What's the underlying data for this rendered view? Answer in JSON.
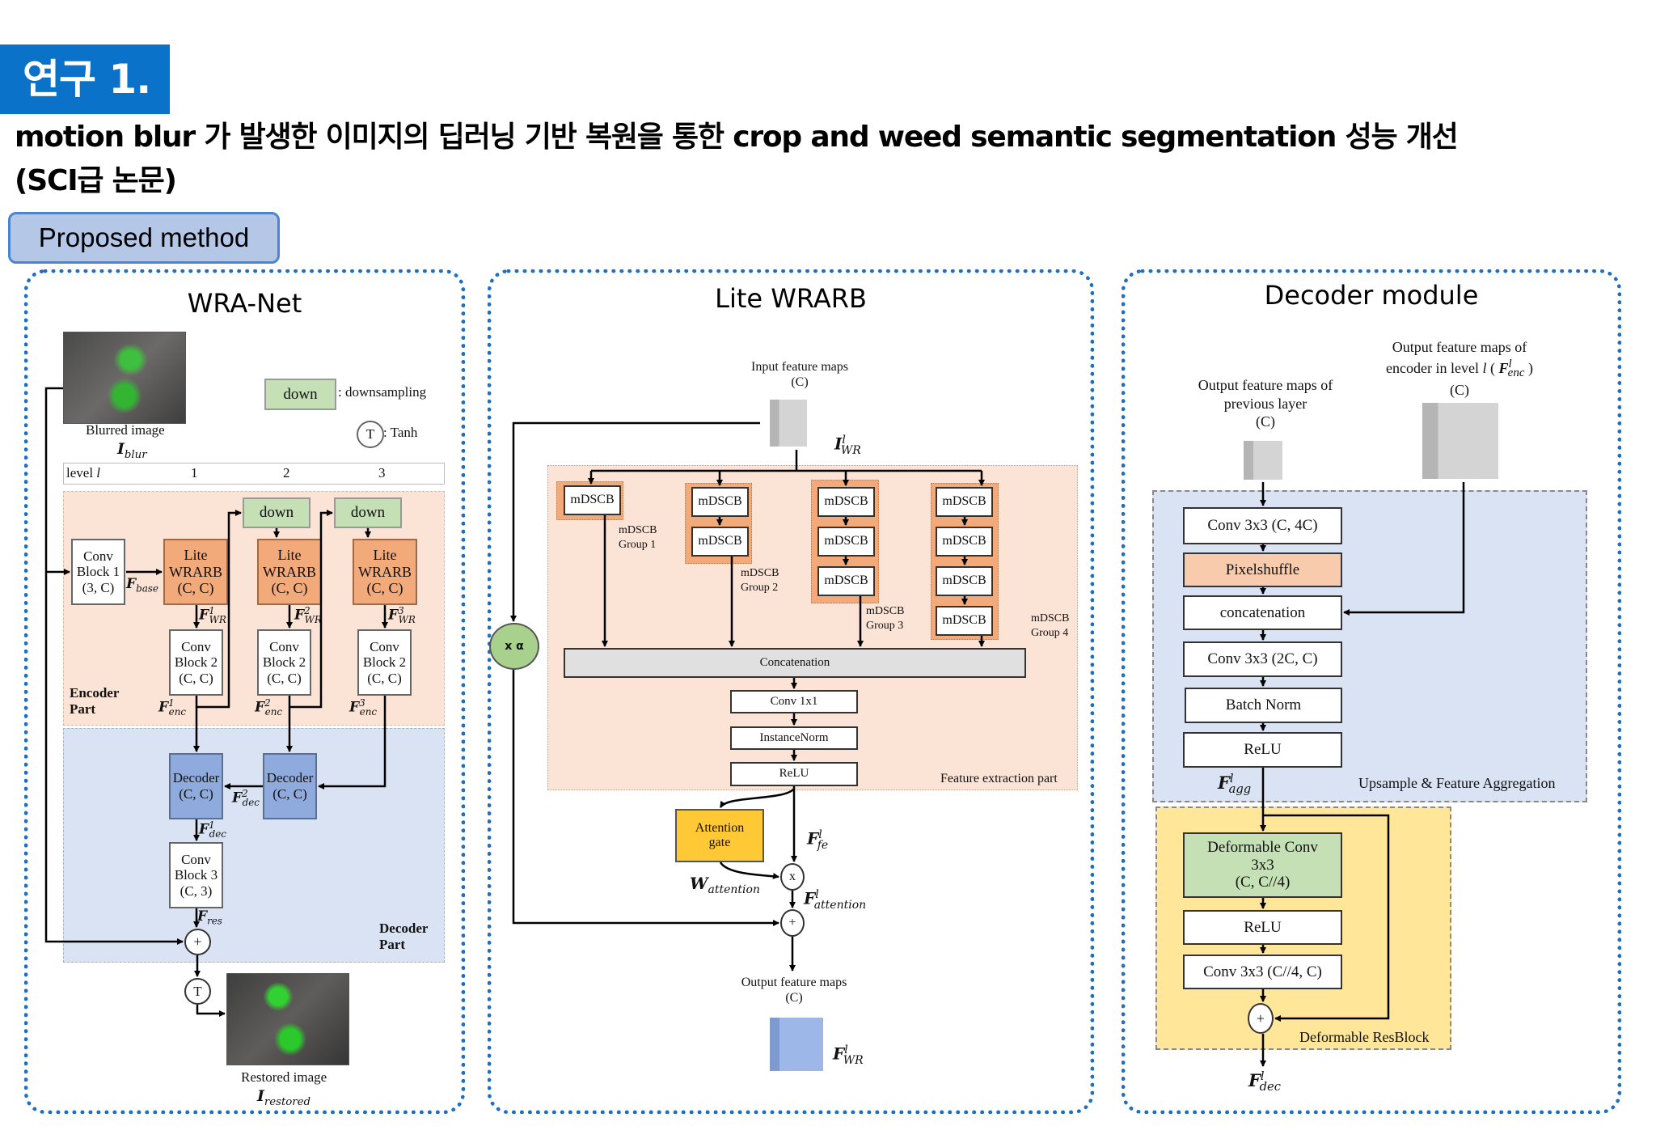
{
  "header": {
    "study_label": "연구 1.",
    "title_line1": "motion blur 가 발생한 이미지의 딥러닝 기반 복원을 통한 crop and weed semantic segmentation 성능 개선",
    "title_line2": "(SCI급 논문)",
    "section_button": "Proposed method"
  },
  "colors": {
    "accent_blue": "#0b72c9",
    "panel_border": "#1f6fc0",
    "encoder_bg": "#fbe3d6",
    "decoder_bg": "#dae3f3",
    "orange_block": "#f2aa7b",
    "blue_block": "#8faadc",
    "green_block": "#c5e0b4",
    "attention_gate": "#ffd24d",
    "resblock_bg": "#ffe699"
  },
  "wranet": {
    "title": "WRA-Net",
    "blurred_image_caption": "Blurred image",
    "blurred_symbol": "I",
    "blurred_sub": "blur",
    "legend_down_box": "down",
    "legend_down_text": ": downsampling",
    "legend_tanh_symbol": "T",
    "legend_tanh_text": ": Tanh",
    "level_label": "level",
    "level_var": "l",
    "levels": [
      "1",
      "2",
      "3"
    ],
    "conv_block1": [
      "Conv",
      "Block 1",
      "(3, C)"
    ],
    "f_base": "base",
    "lite_wrarb": [
      "Lite",
      "WRARB",
      "(C, C)"
    ],
    "down": "down",
    "conv_block2": [
      "Conv",
      "Block 2",
      "(C, C)"
    ],
    "conv_block3": [
      "Conv",
      "Block 3",
      "(C, 3)"
    ],
    "decoder": [
      "Decoder",
      "(C, C)"
    ],
    "encoder_part": [
      "Encoder",
      "Part"
    ],
    "decoder_part": [
      "Decoder",
      "Part"
    ],
    "plus": "+",
    "tanh": "T",
    "restored_caption": "Restored image",
    "restored_symbol": "I",
    "restored_sub": "restored",
    "f_symbol": "F",
    "wr_sub": "WR",
    "enc_sub": "enc",
    "dec_sub": "dec",
    "res_sub": "res"
  },
  "lite_wrarb_panel": {
    "title": "Lite WRARB",
    "input_label": [
      "Input feature maps",
      "(C)"
    ],
    "input_symbol": "I",
    "input_sub": "WR",
    "input_sup": "l",
    "mdscb": "mDSCB",
    "groups": [
      {
        "label": [
          "mDSCB",
          "Group 1"
        ],
        "count": 1
      },
      {
        "label": [
          "mDSCB",
          "Group 2"
        ],
        "count": 2
      },
      {
        "label": [
          "mDSCB",
          "Group 3"
        ],
        "count": 3
      },
      {
        "label": [
          "mDSCB",
          "Group 4"
        ],
        "count": 4
      }
    ],
    "concatenation": "Concatenation",
    "conv1x1": "Conv 1x1",
    "instance_norm": "InstanceNorm",
    "relu": "ReLU",
    "feature_extraction_part": "Feature extraction part",
    "alpha": "x α",
    "attention_gate": [
      "Attention",
      "gate"
    ],
    "w_attention_symbol": "W",
    "w_attention_sub": "attention",
    "f_fe_sub": "fe",
    "f_attention_sub": "attention",
    "multiply": "x",
    "plus": "+",
    "output_label": [
      "Output feature maps",
      "(C)"
    ],
    "output_symbol": "F",
    "output_sub": "WR",
    "sup": "l"
  },
  "decoder_module": {
    "title": "Decoder module",
    "prev_label": [
      "Output feature maps of",
      "previous layer",
      "(C)"
    ],
    "enc_label_line1": "Output feature maps of",
    "enc_label_line2_prefix": "encoder in level",
    "enc_label_var": "l",
    "enc_label_sym": "F",
    "enc_label_sub": "enc",
    "enc_label_c": "(C)",
    "conv_c_4c": "Conv 3x3 (C, 4C)",
    "pixelshuffle": "Pixelshuffle",
    "concatenation": "concatenation",
    "conv_2c_c": "Conv 3x3 (2C, C)",
    "batch_norm": "Batch Norm",
    "relu": "ReLU",
    "f_agg_sub": "agg",
    "upsample_label": "Upsample & Feature Aggregation",
    "deform_conv": [
      "Deformable Conv",
      "3x3",
      "(C, C//4)"
    ],
    "relu2": "ReLU",
    "conv_c4_c": "Conv 3x3 (C//4, C)",
    "plus": "+",
    "resblock_label": "Deformable ResBlock",
    "f_dec_sub": "dec",
    "sup": "l",
    "f_symbol": "F"
  }
}
